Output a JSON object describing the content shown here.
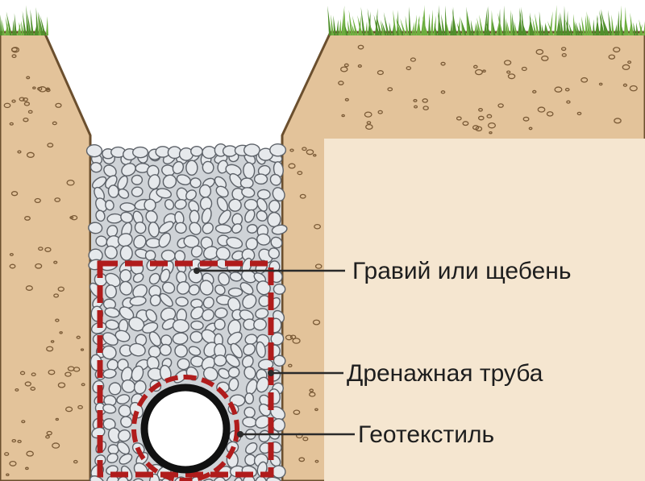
{
  "labels": {
    "gravel": "Гравий или щебень",
    "pipe": "Дренажная труба",
    "geotextile": "Геотекстиль"
  },
  "colors": {
    "soil": "#e3c39a",
    "soil_light": "#f5e6d0",
    "grass": "#6cae3e",
    "gravel_fill": "#e6e9ec",
    "gravel_stroke": "#5c6168",
    "geotextile": "#b01c1c",
    "pipe": "#111111"
  },
  "icons": {
    "grass": "grass-icon",
    "stone": "stone-icon"
  }
}
